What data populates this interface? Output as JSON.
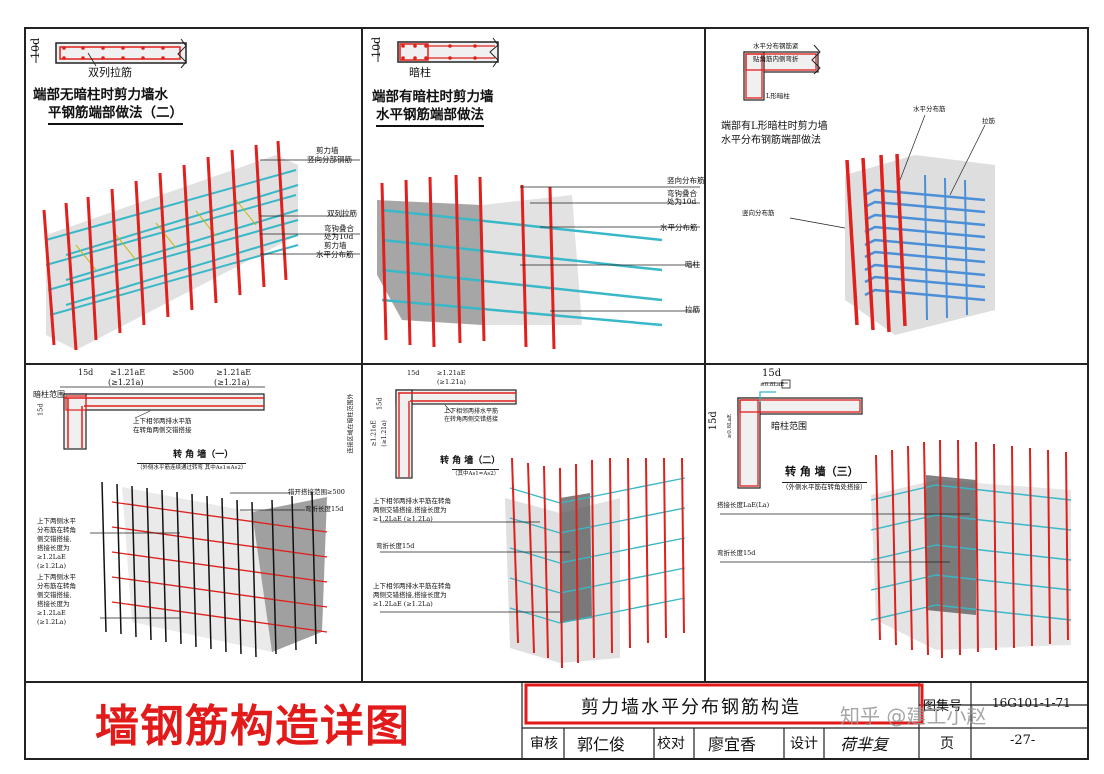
{
  "main_title": "墙钢筋构造详图",
  "title_block": {
    "drawing_name": "剪力墙水平分布钢筋构造",
    "atlas_label": "图集号",
    "atlas_no": "16G101-1-71",
    "review_label": "审核",
    "reviewer": "郭仁俊",
    "check_label": "校对",
    "checker": "廖宜香",
    "design_label": "设计",
    "designer": "荷芈复",
    "page_label": "页",
    "page_no": "-27-"
  },
  "watermark": "知乎 @建工小赵",
  "panels": {
    "p1": {
      "title_line1": "端部无暗柱时剪力墙水",
      "title_line2": "平钢筋端部做法（二）",
      "dim": "10d",
      "tie_label": "双列拉筋",
      "labels": [
        "剪力墙",
        "竖向分部钢筋",
        "双列拉筋",
        "弯钩叠合",
        "处为10d",
        "剪力墙",
        "水平分布筋"
      ]
    },
    "p2": {
      "title_line1": "端部有暗柱时剪力墙",
      "title_line2": "水平钢筋端部做法",
      "dim": "10d",
      "col_label": "暗柱",
      "labels": [
        "竖向分布筋",
        "弯钩叠合",
        "处为10d",
        "水平分布筋",
        "暗柱",
        "拉筋"
      ]
    },
    "p3": {
      "title_line1": "端部有L形暗柱时剪力墙",
      "title_line2": "水平分布钢筋端部做法",
      "detail_labels": [
        "水平分布钢筋紧",
        "贴角筋内侧弯折",
        "L形暗柱"
      ],
      "labels": [
        "水平分布筋",
        "拉筋",
        "竖向分布筋"
      ]
    },
    "p4": {
      "dim_top": [
        "15d",
        "≥1.21aE",
        "(≥1.21a)",
        "≥500",
        "≥1.21aE",
        "(≥1.21a)"
      ],
      "col_label": "暗柱范围",
      "dim_side": "15d",
      "note1": "上下相邻两排水平筋",
      "note2": "在转角两侧交错搭接",
      "title": "转 角 墙（一）",
      "subtitle": "（外侧水平筋连续通过转弯 其中As1≤As2）",
      "labels": [
        "错开搭接范围≥500",
        "弯折长度15d"
      ],
      "left_note_a": [
        "上下两侧水平",
        "分布筋在转角",
        "侧交错搭接,",
        "搭接长度为",
        "≥1.2LaE",
        "(≥1.2La)"
      ],
      "left_note_b": [
        "上下两侧水平",
        "分布筋在转角",
        "侧交错搭接,",
        "搭接长度为",
        "≥1.2LaE",
        "(≥1.2La)"
      ]
    },
    "p5": {
      "dim_top": [
        "15d",
        "≥1.21aE",
        "(≥1.21a)"
      ],
      "side_note": "连接区域在暗柱范围外",
      "dim_side": [
        "15d",
        "≥1.21aE",
        "(≥1.21a)"
      ],
      "note1": "上下相邻两排水平筋",
      "note2": "在转角两侧交错搭接",
      "title": "转 角 墙（二）",
      "subtitle": "（其中As1=As2）",
      "labels_a": [
        "上下相邻两排水平筋在转角",
        "两侧交错搭接,搭接长度为",
        "≥1.2LaE (≥1.2La)"
      ],
      "label_b": "弯折长度15d",
      "labels_c": [
        "上下相邻两排水平筋在转角",
        "两侧交错搭接,搭接长度为",
        "≥1.2LaE (≥1.2La)"
      ]
    },
    "p6": {
      "dim_top": "15d",
      "dim_top2": "≥0.8LaE",
      "dim_side": "15d",
      "dim_side2": "≥0.8LaE",
      "col_label": "暗柱范围",
      "title": "转 角 墙（三）",
      "subtitle": "（外侧水平筋在转角处搭接）",
      "labels": [
        "搭接长度LaE(La)",
        "弯折长度15d"
      ]
    }
  },
  "colors": {
    "rebar_red": "#e0201c",
    "rebar_cyan": "#38b8c8",
    "rebar_blue": "#4a8fd8",
    "concrete": "#c8c8c8",
    "title_red": "#e21a1a"
  }
}
